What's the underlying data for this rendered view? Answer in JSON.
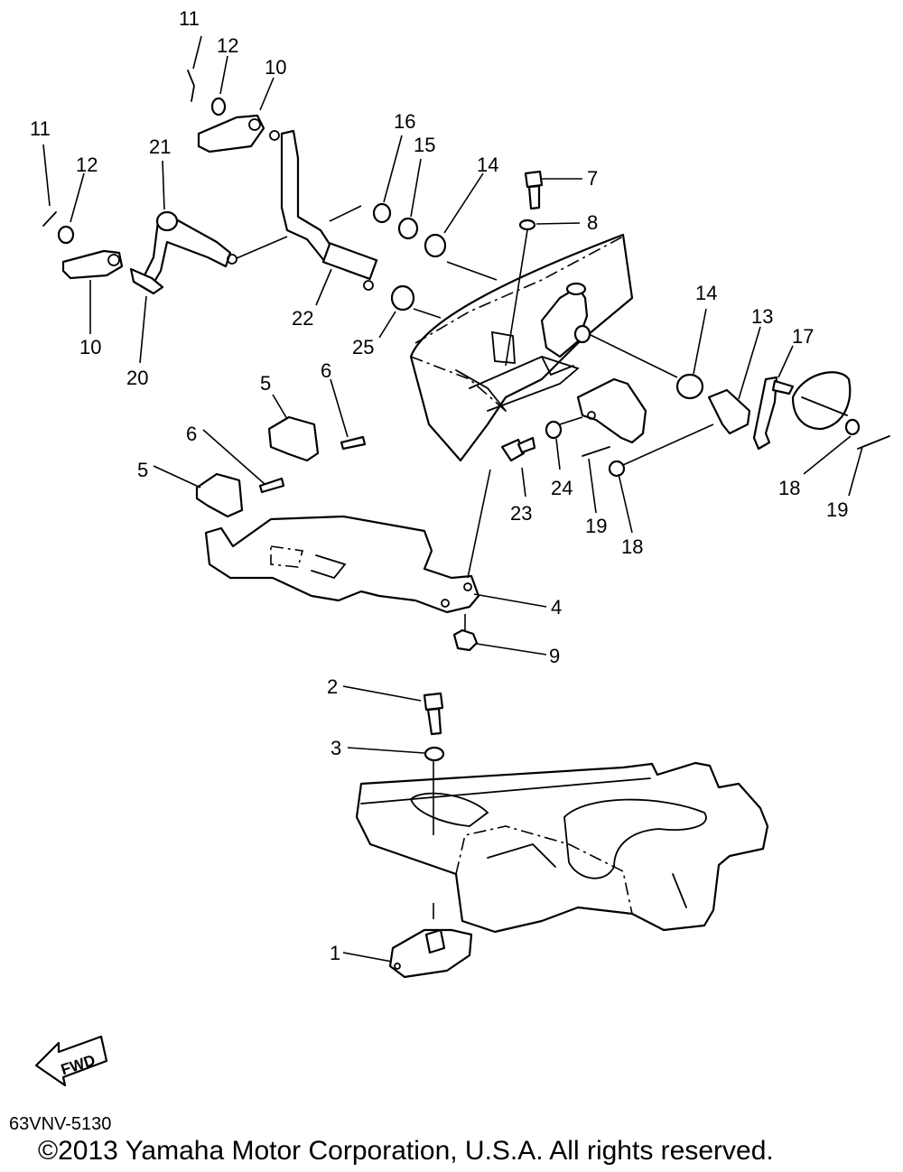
{
  "diagram": {
    "callouts": [
      {
        "id": "c-11a",
        "label": "11"
      },
      {
        "id": "c-12a",
        "label": "12"
      },
      {
        "id": "c-10a",
        "label": "10"
      },
      {
        "id": "c-11b",
        "label": "11"
      },
      {
        "id": "c-12b",
        "label": "12"
      },
      {
        "id": "c-21",
        "label": "21"
      },
      {
        "id": "c-10b",
        "label": "10"
      },
      {
        "id": "c-20",
        "label": "20"
      },
      {
        "id": "c-16",
        "label": "16"
      },
      {
        "id": "c-15",
        "label": "15"
      },
      {
        "id": "c-14a",
        "label": "14"
      },
      {
        "id": "c-7",
        "label": "7"
      },
      {
        "id": "c-8",
        "label": "8"
      },
      {
        "id": "c-22",
        "label": "22"
      },
      {
        "id": "c-25",
        "label": "25"
      },
      {
        "id": "c-14b",
        "label": "14"
      },
      {
        "id": "c-13",
        "label": "13"
      },
      {
        "id": "c-17",
        "label": "17"
      },
      {
        "id": "c-5a",
        "label": "5"
      },
      {
        "id": "c-6a",
        "label": "6"
      },
      {
        "id": "c-6b",
        "label": "6"
      },
      {
        "id": "c-5b",
        "label": "5"
      },
      {
        "id": "c-18a",
        "label": "18"
      },
      {
        "id": "c-19a",
        "label": "19"
      },
      {
        "id": "c-23",
        "label": "23"
      },
      {
        "id": "c-24",
        "label": "24"
      },
      {
        "id": "c-19b",
        "label": "19"
      },
      {
        "id": "c-18b",
        "label": "18"
      },
      {
        "id": "c-4",
        "label": "4"
      },
      {
        "id": "c-9",
        "label": "9"
      },
      {
        "id": "c-2",
        "label": "2"
      },
      {
        "id": "c-3",
        "label": "3"
      },
      {
        "id": "c-1",
        "label": "1"
      }
    ],
    "fwd_arrow_label": "FWD",
    "drawing_code": "63VNV-5130",
    "copyright": "©2013 Yamaha Motor Corporation, U.S.A. All rights reserved."
  }
}
